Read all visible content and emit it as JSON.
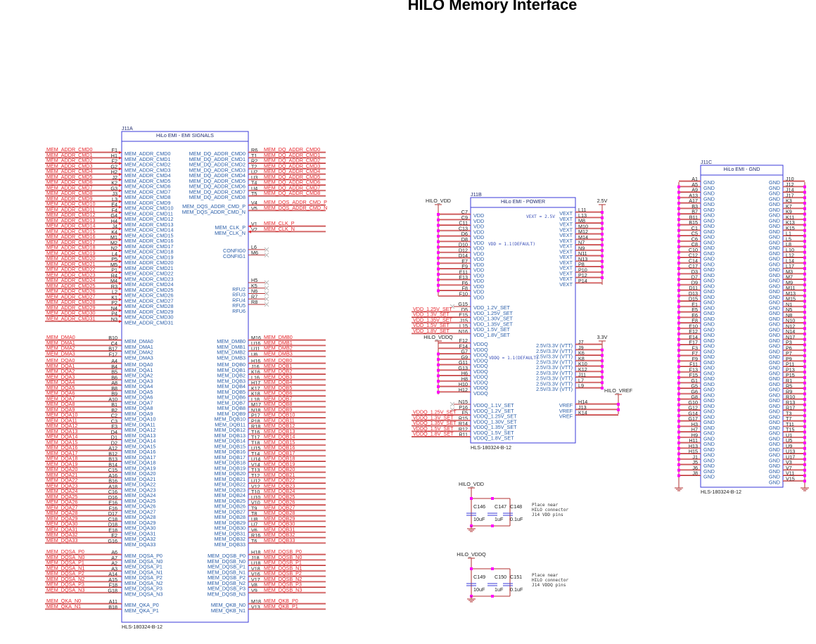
{
  "title": "HILO Memory Interface",
  "colors": {
    "box": "#3a3ad8",
    "wire": "#b03030",
    "wire_hi": "#f08a8a",
    "net": "#e8262c",
    "junction": "#ff00ff",
    "pinname": "#2a5ea8"
  },
  "emi": {
    "ref": "J11A",
    "title": "HiLo EMI - EMI SIGNALS",
    "part": "HLS-180324-B-12",
    "left_groups": [
      {
        "pins": [
          [
            "F1",
            "MEM_ADDR_CMD0",
            "MEM_ADDR_CMD0"
          ],
          [
            "H1",
            "MEM_ADDR_CMD1",
            "MEM_ADDR_CMD1"
          ],
          [
            "F2",
            "MEM_ADDR_CMD2",
            "MEM_ADDR_CMD2"
          ],
          [
            "G2",
            "MEM_ADDR_CMD3",
            "MEM_ADDR_CMD3"
          ],
          [
            "H2",
            "MEM_ADDR_CMD4",
            "MEM_ADDR_CMD4"
          ],
          [
            "J2",
            "MEM_ADDR_CMD5",
            "MEM_ADDR_CMD5"
          ],
          [
            "K2",
            "MEM_ADDR_CMD6",
            "MEM_ADDR_CMD6"
          ],
          [
            "G3",
            "MEM_ADDR_CMD7",
            "MEM_ADDR_CMD7"
          ],
          [
            "J3",
            "MEM_ADDR_CMD8",
            "MEM_ADDR_CMD8"
          ],
          [
            "L3",
            "MEM_ADDR_CMD9",
            "MEM_ADDR_CMD9"
          ],
          [
            "E4",
            "MEM_ADDR_CMD10",
            "MEM_ADDR_CMD10"
          ],
          [
            "F4",
            "MEM_ADDR_CMD11",
            "MEM_ADDR_CMD11"
          ],
          [
            "G4",
            "MEM_ADDR_CMD12",
            "MEM_ADDR_CMD12"
          ],
          [
            "H4",
            "MEM_ADDR_CMD13",
            "MEM_ADDR_CMD13"
          ],
          [
            "J4",
            "MEM_ADDR_CMD14",
            "MEM_ADDR_CMD14"
          ],
          [
            "K4",
            "MEM_ADDR_CMD15",
            "MEM_ADDR_CMD15"
          ],
          [
            "M1",
            "MEM_ADDR_CMD16",
            "MEM_ADDR_CMD16"
          ],
          [
            "M2",
            "MEM_ADDR_CMD17",
            "MEM_ADDR_CMD17"
          ],
          [
            "N2",
            "MEM_ADDR_CMD18",
            "MEM_ADDR_CMD18"
          ],
          [
            "L4",
            "MEM_ADDR_CMD19",
            "MEM_ADDR_CMD19"
          ],
          [
            "P5",
            "MEM_ADDR_CMD20",
            "MEM_ADDR_CMD20"
          ],
          [
            "M5",
            "MEM_ADDR_CMD21",
            "MEM_ADDR_CMD21"
          ],
          [
            "P1",
            "MEM_ADDR_CMD22",
            "MEM_ADDR_CMD22"
          ],
          [
            "R4",
            "MEM_ADDR_CMD23",
            "MEM_ADDR_CMD23"
          ],
          [
            "M4",
            "MEM_ADDR_CMD24",
            "MEM_ADDR_CMD24"
          ],
          [
            "R3",
            "MEM_ADDR_CMD25",
            "MEM_ADDR_CMD25"
          ],
          [
            "L2",
            "MEM_ADDR_CMD26",
            "MEM_ADDR_CMD26"
          ],
          [
            "K1",
            "MEM_ADDR_CMD27",
            "MEM_ADDR_CMD27"
          ],
          [
            "P2",
            "MEM_ADDR_CMD28",
            "MEM_ADDR_CMD28"
          ],
          [
            "N4",
            "MEM_ADDR_CMD29",
            "MEM_ADDR_CMD29"
          ],
          [
            "P4",
            "MEM_ADDR_CMD30",
            "MEM_ADDR_CMD30"
          ],
          [
            "N3",
            "MEM_ADDR_CMD31",
            "MEM_ADDR_CMD31"
          ]
        ]
      },
      {
        "pins": [
          [
            "B10",
            "MEM_DMA0",
            "MEM_DMA0"
          ],
          [
            "C4",
            "MEM_DMA1",
            "MEM_DMA1"
          ],
          [
            "B17",
            "MEM_DMA2",
            "MEM_DMA2"
          ],
          [
            "F17",
            "MEM_DMA3",
            "MEM_DMA3"
          ]
        ]
      },
      {
        "pins": [
          [
            "A4",
            "MEM_DQA0",
            "MEM_DQA0"
          ],
          [
            "B4",
            "MEM_DQA1",
            "MEM_DQA1"
          ],
          [
            "B5",
            "MEM_DQA2",
            "MEM_DQA2"
          ],
          [
            "B6",
            "MEM_DQA3",
            "MEM_DQA3"
          ],
          [
            "A8",
            "MEM_DQA4",
            "MEM_DQA4"
          ],
          [
            "B8",
            "MEM_DQA5",
            "MEM_DQA5"
          ],
          [
            "B9",
            "MEM_DQA6",
            "MEM_DQA6"
          ],
          [
            "A10",
            "MEM_DQA7",
            "MEM_DQA7"
          ],
          [
            "B1",
            "MEM_DQA8",
            "MEM_DQA8"
          ],
          [
            "B2",
            "MEM_DQA9",
            "MEM_DQA9"
          ],
          [
            "C2",
            "MEM_DQA10",
            "MEM_DQA10"
          ],
          [
            "C3",
            "MEM_DQA11",
            "MEM_DQA11"
          ],
          [
            "E3",
            "MEM_DQA12",
            "MEM_DQA12"
          ],
          [
            "D4",
            "MEM_DQA13",
            "MEM_DQA13"
          ],
          [
            "D1",
            "MEM_DQA14",
            "MEM_DQA14"
          ],
          [
            "D2",
            "MEM_DQA15",
            "MEM_DQA15"
          ],
          [
            "A12",
            "MEM_DQA16",
            "MEM_DQA16"
          ],
          [
            "B12",
            "MEM_DQA17",
            "MEM_DQA17"
          ],
          [
            "B13",
            "MEM_DQA18",
            "MEM_DQA18"
          ],
          [
            "B14",
            "MEM_DQA19",
            "MEM_DQA19"
          ],
          [
            "C15",
            "MEM_DQA20",
            "MEM_DQA20"
          ],
          [
            "A16",
            "MEM_DQA21",
            "MEM_DQA21"
          ],
          [
            "B16",
            "MEM_DQA22",
            "MEM_DQA22"
          ],
          [
            "A18",
            "MEM_DQA23",
            "MEM_DQA23"
          ],
          [
            "C16",
            "MEM_DQA24",
            "MEM_DQA24"
          ],
          [
            "D16",
            "MEM_DQA25",
            "MEM_DQA25"
          ],
          [
            "E16",
            "MEM_DQA26",
            "MEM_DQA26"
          ],
          [
            "F16",
            "MEM_DQA27",
            "MEM_DQA27"
          ],
          [
            "D17",
            "MEM_DQA28",
            "MEM_DQA28"
          ],
          [
            "C18",
            "MEM_DQA29",
            "MEM_DQA29"
          ],
          [
            "D18",
            "MEM_DQA30",
            "MEM_DQA30"
          ],
          [
            "E18",
            "MEM_DQA31",
            "MEM_DQA31"
          ],
          [
            "E2",
            "MEM_DQA32",
            "MEM_DQA32"
          ],
          [
            "G16",
            "MEM_DQA33",
            "MEM_DQA33"
          ]
        ]
      },
      {
        "pins": [
          [
            "A6",
            "MEM_DQSA_P0",
            "MEM_DQSA_P0"
          ],
          [
            "A7",
            "MEM_DQSA_N0",
            "MEM_DQSA_N0"
          ],
          [
            "A2",
            "MEM_DQSA_P1",
            "MEM_DQSA_P1"
          ],
          [
            "A3",
            "MEM_DQSA_N1",
            "MEM_DQSA_N1"
          ],
          [
            "A14",
            "MEM_DQSA_P2",
            "MEM_DQSA_P2"
          ],
          [
            "A15",
            "MEM_DQSA_N2",
            "MEM_DQSA_N2"
          ],
          [
            "F18",
            "MEM_DQSA_P3",
            "MEM_DQSA_P3"
          ],
          [
            "G18",
            "MEM_DQSA_N3",
            "MEM_DQSA_N3"
          ]
        ]
      },
      {
        "pins": [
          [
            "A11",
            "MEM_QKA_P0",
            "MEM_QKA_N0"
          ],
          [
            "B18",
            "MEM_QKA_P1",
            "MEM_QKA_N1"
          ]
        ]
      }
    ],
    "right_groups": [
      {
        "pins": [
          [
            "R6",
            "MEM_DQ_ADDR_CMD0",
            "MEM_DQ_ADDR_CMD0"
          ],
          [
            "T1",
            "MEM_DQ_ADDR_CMD1",
            "MEM_DQ_ADDR_CMD1"
          ],
          [
            "R2",
            "MEM_DQ_ADDR_CMD2",
            "MEM_DQ_ADDR_CMD2"
          ],
          [
            "T2",
            "MEM_DQ_ADDR_CMD3",
            "MEM_DQ_ADDR_CMD3"
          ],
          [
            "U2",
            "MEM_DQ_ADDR_CMD4",
            "MEM_DQ_ADDR_CMD4"
          ],
          [
            "U3",
            "MEM_DQ_ADDR_CMD5",
            "MEM_DQ_ADDR_CMD5"
          ],
          [
            "T4",
            "MEM_DQ_ADDR_CMD6",
            "MEM_DQ_ADDR_CMD6"
          ],
          [
            "U4",
            "MEM_DQ_ADDR_CMD7",
            "MEM_DQ_ADDR_CMD7"
          ],
          [
            "T5",
            "MEM_DQ_ADDR_CMD8",
            "MEM_DQ_ADDR_CMD8"
          ]
        ]
      },
      {
        "pins": [
          [
            "V4",
            "MEM_DQS_ADDR_CMD_P",
            "MEM_DQS_ADDR_CMD_P"
          ],
          [
            "V5",
            "MEM_DQS_ADDR_CMD_N",
            "MEM_DQS_ADDR_CMD_N"
          ]
        ]
      },
      {
        "pins": [
          [
            "V1",
            "MEM_CLK_P",
            "MEM_CLK_P"
          ],
          [
            "V2",
            "MEM_CLK_N",
            "MEM_CLK_N"
          ]
        ]
      },
      {
        "pins": [
          [
            "L6",
            "CONFIG0",
            ""
          ],
          [
            "M6",
            "CONFIG1",
            ""
          ]
        ]
      },
      {
        "pins": [
          [
            "H5",
            "",
            ""
          ],
          [
            "K5",
            "RFU2",
            ""
          ],
          [
            "N6",
            "RFU3",
            ""
          ],
          [
            "R7",
            "RFU4",
            ""
          ],
          [
            "R8",
            "RFU5",
            ""
          ],
          [
            "",
            "RFU6",
            ""
          ]
        ]
      },
      {
        "pins": [
          [
            "M16",
            "MEM_DMB0",
            "MEM_DMB0"
          ],
          [
            "U16",
            "MEM_DMB1",
            "MEM_DMB1"
          ],
          [
            "U11",
            "MEM_DMB2",
            "MEM_DMB2"
          ],
          [
            "U6",
            "MEM_DMB3",
            "MEM_DMB3"
          ]
        ]
      },
      {
        "pins": [
          [
            "H16",
            "MEM_DQB0",
            "MEM_DQB0"
          ],
          [
            "J16",
            "MEM_DQB1",
            "MEM_DQB1"
          ],
          [
            "K16",
            "MEM_DQB2",
            "MEM_DQB2"
          ],
          [
            "L16",
            "MEM_DQB3",
            "MEM_DQB3"
          ],
          [
            "H17",
            "MEM_DQB4",
            "MEM_DQB4"
          ],
          [
            "K17",
            "MEM_DQB5",
            "MEM_DQB5"
          ],
          [
            "K18",
            "MEM_DQB6",
            "MEM_DQB6"
          ],
          [
            "L18",
            "MEM_DQB7",
            "MEM_DQB7"
          ],
          [
            "M17",
            "MEM_DQB8",
            "MEM_DQB8"
          ],
          [
            "N18",
            "MEM_DQB9",
            "MEM_DQB9"
          ],
          [
            "P17",
            "MEM_DQB10",
            "MEM_DQB10"
          ],
          [
            "P18",
            "MEM_DQB11",
            "MEM_DQB11"
          ],
          [
            "R18",
            "MEM_DQB12",
            "MEM_DQB12"
          ],
          [
            "T16",
            "MEM_DQB13",
            "MEM_DQB13"
          ],
          [
            "T17",
            "MEM_DQB14",
            "MEM_DQB14"
          ],
          [
            "T18",
            "MEM_DQB15",
            "MEM_DQB15"
          ],
          [
            "U15",
            "MEM_DQB16",
            "MEM_DQB16"
          ],
          [
            "T14",
            "MEM_DQB17",
            "MEM_DQB17"
          ],
          [
            "U14",
            "MEM_DQB18",
            "MEM_DQB18"
          ],
          [
            "V14",
            "MEM_DQB19",
            "MEM_DQB19"
          ],
          [
            "T13",
            "MEM_DQB20",
            "MEM_DQB20"
          ],
          [
            "T12",
            "MEM_DQB21",
            "MEM_DQB21"
          ],
          [
            "U12",
            "MEM_DQB22",
            "MEM_DQB22"
          ],
          [
            "V12",
            "MEM_DQB23",
            "MEM_DQB23"
          ],
          [
            "T10",
            "MEM_DQB24",
            "MEM_DQB24"
          ],
          [
            "U10",
            "MEM_DQB25",
            "MEM_DQB25"
          ],
          [
            "V10",
            "MEM_DQB26",
            "MEM_DQB26"
          ],
          [
            "T9",
            "MEM_DQB27",
            "MEM_DQB27"
          ],
          [
            "T8",
            "MEM_DQB28",
            "MEM_DQB28"
          ],
          [
            "U8",
            "MEM_DQB29",
            "MEM_DQB29"
          ],
          [
            "U7",
            "MEM_DQB30",
            "MEM_DQB30"
          ],
          [
            "V6",
            "MEM_DQB31",
            "MEM_DQB31"
          ],
          [
            "R16",
            "MEM_DQB32",
            "MEM_DQB32"
          ],
          [
            "T6",
            "MEM_DQB33",
            "MEM_DQB33"
          ]
        ]
      },
      {
        "pins": [
          [
            "H18",
            "MEM_DQSB_P0",
            "MEM_DQSB_P0"
          ],
          [
            "J18",
            "MEM_DQSB_N0",
            "MEM_DQSB_N0"
          ],
          [
            "U18",
            "MEM_DQSB_P1",
            "MEM_DQSB_P1"
          ],
          [
            "V18",
            "MEM_DQSB_N1",
            "MEM_DQSB_N1"
          ],
          [
            "V16",
            "MEM_DQSB_P2",
            "MEM_DQSB_P2"
          ],
          [
            "V17",
            "MEM_DQSB_N2",
            "MEM_DQSB_N2"
          ],
          [
            "V8",
            "MEM_DQSB_P3",
            "MEM_DQSB_P3"
          ],
          [
            "V9",
            "MEM_DQSB_N3",
            "MEM_DQSB_N3"
          ]
        ]
      },
      {
        "pins": [
          [
            "M18",
            "MEM_QKB_N0",
            "MEM_QKB_P0"
          ],
          [
            "V13",
            "MEM_QKB_N1",
            "MEM_QKB_P1"
          ]
        ]
      }
    ]
  },
  "power": {
    "ref": "J11B",
    "title": "HiLo EMI - POWER",
    "part": "HLS-180324-B-12",
    "vdd_net": "HILO_VDD",
    "vddq_net": "HILO_VDDQ",
    "vext_net": "2.5V",
    "vtt_net": "3.3V",
    "vref_net": "HILO_VREF",
    "vdd_note": "VDD = 1.1(DEFAULT)",
    "vddq_note": "VDDQ = 1.1(DEFAULT)",
    "vext_note": "VEXT = 2.5V",
    "vdd_pins": [
      "C7",
      "C9",
      "C11",
      "C13",
      "D6",
      "D8",
      "D10",
      "D12",
      "D14",
      "E7",
      "E9",
      "E11",
      "E13",
      "F6",
      "F8",
      "F10"
    ],
    "vdd_label": "VDD",
    "vdd_set": [
      [
        "G15",
        "VDD_1.2V_SET",
        ""
      ],
      [
        "D5",
        "VDD_1.25V_SET",
        "VDD_1.25V_SET"
      ],
      [
        "E15",
        "VDD_1.30V_SET",
        "VDD_1.3V_SET"
      ],
      [
        "J15",
        "VDD_1.35V_SET",
        "VDD_1.35V_SET"
      ],
      [
        "L15",
        "VDD_1.5V_SET",
        "VDD_1.5V_SET"
      ],
      [
        "N16",
        "VDD_1.8V_SET",
        "VDD_1.8V_SET"
      ]
    ],
    "vddq_pins": [
      "F12",
      "F14",
      "G7",
      "G9",
      "G11",
      "G13",
      "H6",
      "H8",
      "H10",
      "H12"
    ],
    "vddq_label": "VDDQ",
    "vddq_set": [
      [
        "N15",
        "VDDQ_1.1V_SET",
        ""
      ],
      [
        "P16",
        "VDDQ_1.2V_SET",
        ""
      ],
      [
        "F5",
        "VDDQ_1.25V_SET",
        "VDDQ_1.25V_SET"
      ],
      [
        "R15",
        "VDDQ_1.30V_SET",
        "VDDQ_1.3V_SET"
      ],
      [
        "R14",
        "VDDQ_1.35V_SET",
        "VDDQ_1.35V_SET"
      ],
      [
        "R12",
        "VDDQ_1.5V_SET",
        "VDDQ_1.5V_SET"
      ],
      [
        "R11",
        "VDDQ_1.8V_SET",
        "VDDQ_1.8V_SET"
      ]
    ],
    "vext_pins": [
      "L11",
      "L13",
      "M8",
      "M10",
      "M12",
      "M14",
      "N7",
      "N9",
      "N11",
      "N13",
      "P8",
      "P10",
      "P12",
      "P14"
    ],
    "vext_label": "VEXT",
    "vtt_pins": [
      "J7",
      "J9",
      "K6",
      "K8",
      "K10",
      "K12",
      "J11",
      "L7",
      "L9"
    ],
    "vtt_label": "2.5V/3.3V (VTT)",
    "vref_pins": [
      "H14",
      "J13",
      "K14"
    ],
    "vref_label": "VREF"
  },
  "gnd": {
    "ref": "J11C",
    "title": "HiLo EMI - GND",
    "part": "HLS-180324-B-12",
    "label": "GND",
    "left_pins": [
      "A1",
      "A5",
      "A9",
      "A13",
      "A17",
      "B3",
      "B7",
      "B11",
      "B15",
      "C1",
      "C5",
      "C6",
      "C8",
      "C10",
      "C12",
      "C14",
      "C17",
      "D3",
      "D7",
      "D9",
      "D11",
      "D13",
      "D15",
      "E1",
      "E5",
      "E6",
      "E8",
      "E10",
      "E12",
      "E14",
      "E17",
      "F3",
      "F7",
      "F9",
      "F11",
      "F13",
      "F15",
      "G1",
      "G5",
      "G6",
      "G8",
      "G10",
      "G12",
      "G14",
      "G17",
      "H3",
      "H7",
      "H9",
      "H11",
      "H13",
      "H15",
      "J1",
      "J5",
      "J6",
      "J8"
    ],
    "right_pins": [
      "J10",
      "J12",
      "J14",
      "J17",
      "K3",
      "K7",
      "K9",
      "K11",
      "K13",
      "K15",
      "L1",
      "L5",
      "L8",
      "L10",
      "L12",
      "L14",
      "L17",
      "M3",
      "M7",
      "M9",
      "M11",
      "M13",
      "M15",
      "N1",
      "N5",
      "N8",
      "N10",
      "N12",
      "N14",
      "N17",
      "P3",
      "P6",
      "P7",
      "P9",
      "P11",
      "P13",
      "P15",
      "R1",
      "R5",
      "R9",
      "R10",
      "R13",
      "R17",
      "T3",
      "T7",
      "T11",
      "T15",
      "U1",
      "U5",
      "U9",
      "U13",
      "U17",
      "V3",
      "V7",
      "V11",
      "V15"
    ]
  },
  "decoupling": [
    {
      "net": "HILO_VDD",
      "caps": [
        [
          "C146",
          "10uF"
        ],
        [
          "C147",
          "1uF"
        ],
        [
          "C148",
          "0.1uF"
        ]
      ],
      "note": [
        "Place near",
        "HILO connector",
        "J14 VDD pins"
      ]
    },
    {
      "net": "HILO_VDDQ",
      "caps": [
        [
          "C149",
          "10uF"
        ],
        [
          "C150",
          "1uF"
        ],
        [
          "C151",
          "0.1uF"
        ]
      ],
      "note": [
        "Place near",
        "HILO connector",
        "J14 VDDQ pins"
      ]
    }
  ]
}
